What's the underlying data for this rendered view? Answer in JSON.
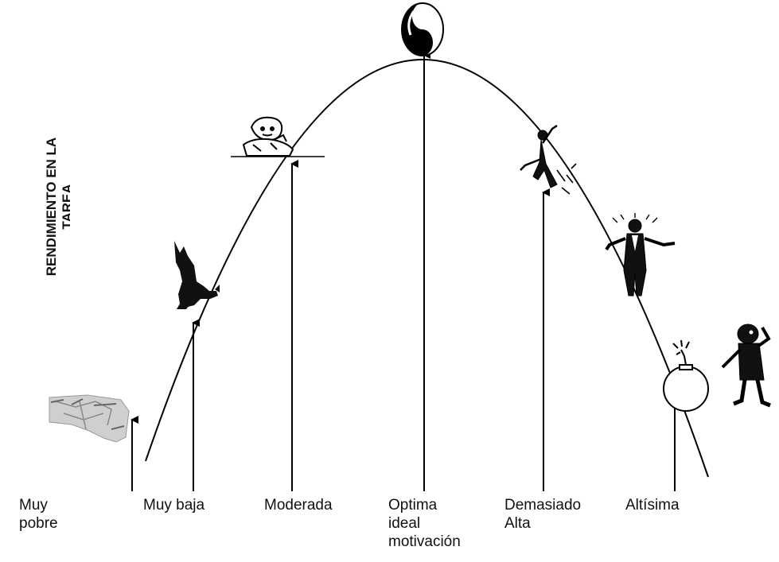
{
  "y_axis_label": {
    "line1": "RENDIMIENTO EN LA",
    "line2": "TAREA"
  },
  "x_levels": [
    {
      "label_lines": [
        "Muy",
        "pobre"
      ]
    },
    {
      "label_lines": [
        "Muy baja"
      ]
    },
    {
      "label_lines": [
        "Moderada"
      ]
    },
    {
      "label_lines": [
        "Optima",
        "ideal",
        "motivación"
      ]
    },
    {
      "label_lines": [
        "Demasiado",
        "Alta"
      ]
    },
    {
      "label_lines": [
        "Altísima"
      ]
    }
  ],
  "icons": [
    "crumpled-paper-icon",
    "sitting-donkey-icon",
    "thinking-man-icon",
    "yin-yang-icon",
    "jumping-figure-icon",
    "stressed-man-icon",
    "bomb-icon",
    "confused-figure-icon"
  ]
}
